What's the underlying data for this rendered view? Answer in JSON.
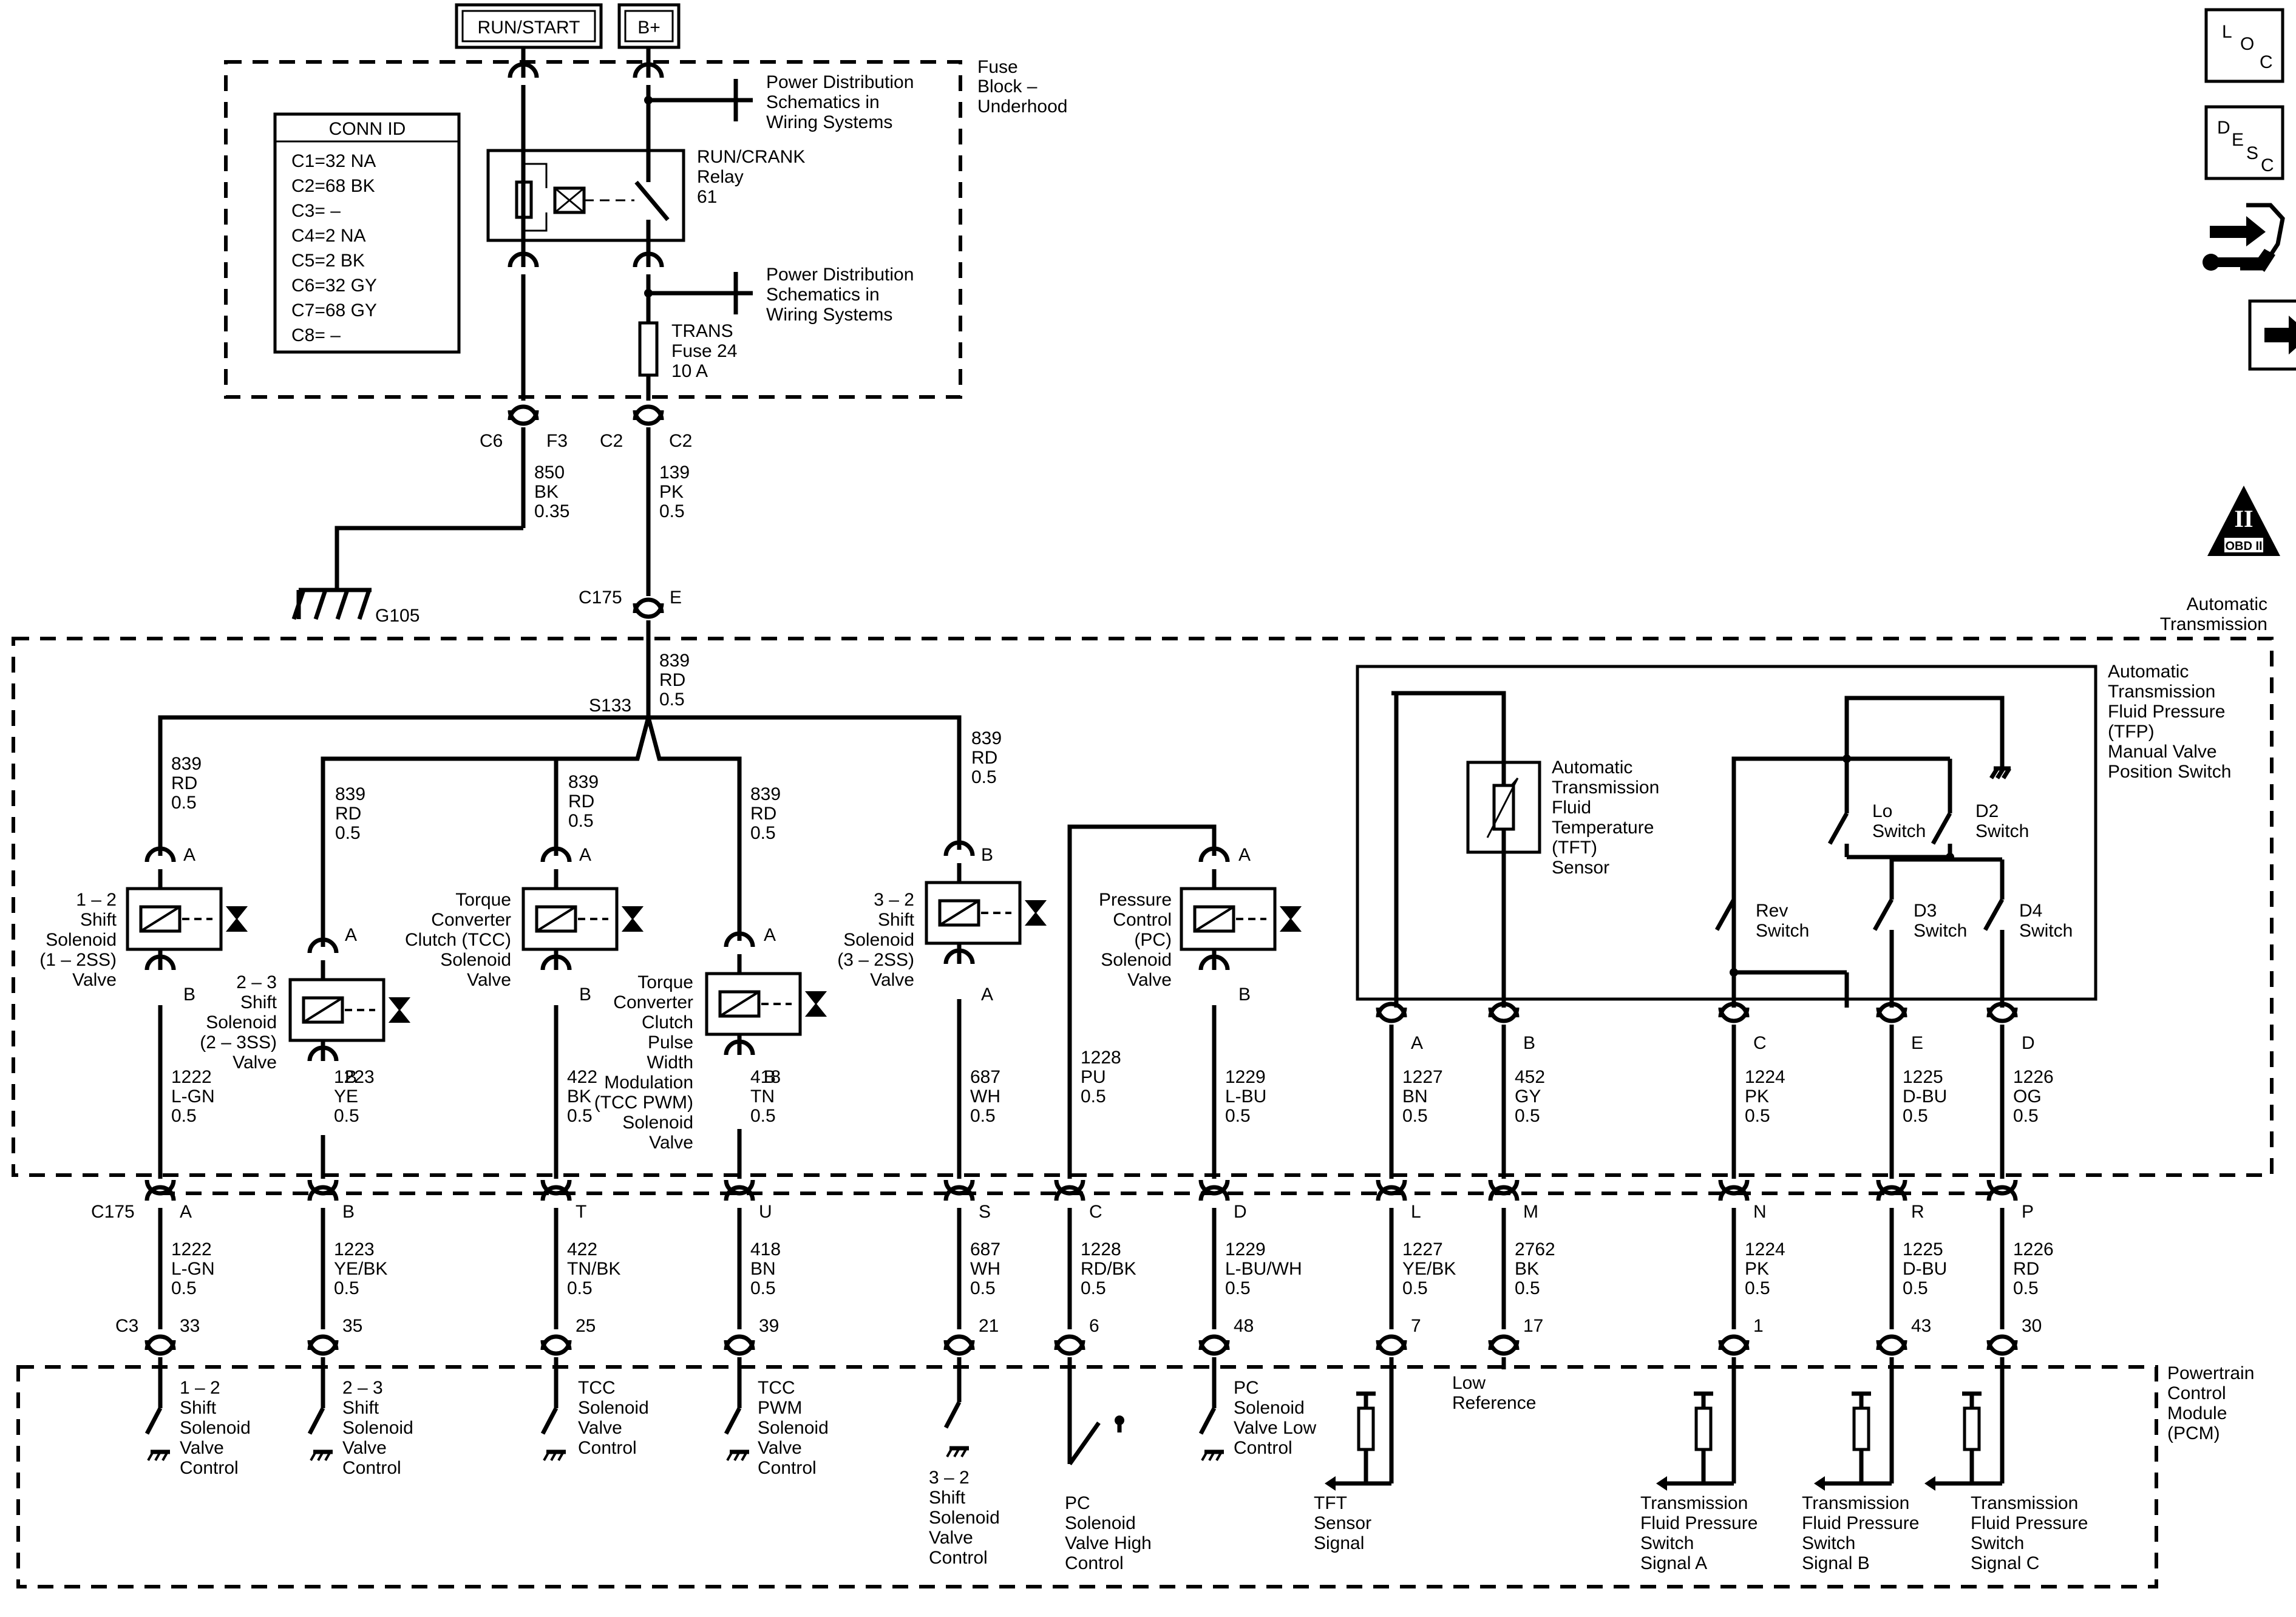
{
  "supply": {
    "run_start": "RUN/START",
    "b_plus": "B+"
  },
  "fuse_block": {
    "title": [
      "Fuse",
      "Block –",
      "Underhood"
    ],
    "pds1": [
      "Power Distribution",
      "Schematics in",
      "Wiring Systems"
    ],
    "pds2": [
      "Power Distribution",
      "Schematics in",
      "Wiring Systems"
    ],
    "relay": [
      "RUN/CRANK",
      "Relay",
      "61"
    ],
    "fuse": [
      "TRANS",
      "Fuse 24",
      "10 A"
    ]
  },
  "conn_id": {
    "title": "CONN ID",
    "rows": [
      "C1=32 NA",
      "C2=68 BK",
      "C3= –",
      "C4=2 NA",
      "C5=2 BK",
      "C6=32 GY",
      "C7=68 GY",
      "C8= –"
    ]
  },
  "upper_connectors": {
    "c6": "C6",
    "f3": "F3",
    "c2a": "C2",
    "c2b": "C2",
    "w850": [
      "850",
      "BK",
      "0.35"
    ],
    "w139": [
      "139",
      "PK",
      "0.5"
    ],
    "ground": "G105",
    "c175": "C175",
    "e": "E",
    "w839": [
      "839",
      "RD",
      "0.5"
    ],
    "splice": "S133"
  },
  "trans": {
    "title": [
      "Automatic",
      "Transmission"
    ],
    "tfp_title": [
      "Automatic",
      "Transmission",
      "Fluid Pressure",
      "(TFP)",
      "Manual Valve",
      "Position Switch"
    ],
    "tft": [
      "Automatic",
      "Transmission",
      "Fluid",
      "Temperature",
      "(TFT)",
      "Sensor"
    ],
    "switches": {
      "lo": [
        "Lo",
        "Switch"
      ],
      "d2": [
        "D2",
        "Switch"
      ],
      "rev": [
        "Rev",
        "Switch"
      ],
      "d3": [
        "D3",
        "Switch"
      ],
      "d4": [
        "D4",
        "Switch"
      ]
    },
    "branch_wires": {
      "w1": [
        "839",
        "RD",
        "0.5"
      ],
      "w2": [
        "839",
        "RD",
        "0.5"
      ],
      "w3": [
        "839",
        "RD",
        "0.5"
      ],
      "w4": [
        "839",
        "RD",
        "0.5"
      ],
      "w5": [
        "839",
        "RD",
        "0.5"
      ]
    },
    "solenoids": {
      "s12": [
        "1 – 2",
        "Shift",
        "Solenoid",
        "(1 – 2SS)",
        "Valve"
      ],
      "s23": [
        "2 – 3",
        "Shift",
        "Solenoid",
        "(2 – 3SS)",
        "Valve"
      ],
      "tcc": [
        "Torque",
        "Converter",
        "Clutch (TCC)",
        "Solenoid",
        "Valve"
      ],
      "tccpwm": [
        "Torque",
        "Converter",
        "Clutch",
        "Pulse",
        "Width",
        "Modulation",
        "(TCC PWM)",
        "Solenoid",
        "Valve"
      ],
      "s32": [
        "3 – 2",
        "Shift",
        "Solenoid",
        "(3 – 2SS)",
        "Valve"
      ],
      "pc": [
        "Pressure",
        "Control",
        "(PC)",
        "Solenoid",
        "Valve"
      ]
    },
    "pins": {
      "a": "A",
      "b": "B",
      "c": "C",
      "d": "D",
      "e": "E"
    },
    "lower_wires": [
      [
        "1222",
        "L-GN",
        "0.5"
      ],
      [
        "1223",
        "YE",
        "0.5"
      ],
      [
        "422",
        "BK",
        "0.5"
      ],
      [
        "418",
        "TN",
        "0.5"
      ],
      [
        "687",
        "WH",
        "0.5"
      ],
      [
        "1228",
        "PU",
        "0.5"
      ],
      [
        "1229",
        "L-BU",
        "0.5"
      ],
      [
        "1227",
        "BN",
        "0.5"
      ],
      [
        "452",
        "GY",
        "0.5"
      ],
      [
        "1224",
        "PK",
        "0.5"
      ],
      [
        "1225",
        "D-BU",
        "0.5"
      ],
      [
        "1226",
        "OG",
        "0.5"
      ]
    ]
  },
  "c175_row": {
    "label": "C175",
    "pins": [
      "A",
      "B",
      "T",
      "U",
      "S",
      "C",
      "D",
      "L",
      "M",
      "N",
      "R",
      "P"
    ],
    "wires": [
      [
        "1222",
        "L-GN",
        "0.5"
      ],
      [
        "1223",
        "YE/BK",
        "0.5"
      ],
      [
        "422",
        "TN/BK",
        "0.5"
      ],
      [
        "418",
        "BN",
        "0.5"
      ],
      [
        "687",
        "WH",
        "0.5"
      ],
      [
        "1228",
        "RD/BK",
        "0.5"
      ],
      [
        "1229",
        "L-BU/WH",
        "0.5"
      ],
      [
        "1227",
        "YE/BK",
        "0.5"
      ],
      [
        "2762",
        "BK",
        "0.5"
      ],
      [
        "1224",
        "PK",
        "0.5"
      ],
      [
        "1225",
        "D-BU",
        "0.5"
      ],
      [
        "1226",
        "RD",
        "0.5"
      ]
    ]
  },
  "c3_row": {
    "label": "C3",
    "pins": [
      "33",
      "35",
      "25",
      "39",
      "21",
      "6",
      "48",
      "7",
      "17",
      "1",
      "43",
      "30"
    ]
  },
  "pcm": {
    "title": [
      "Powertrain",
      "Control",
      "Module",
      "(PCM)"
    ],
    "ctrl": {
      "s12": [
        "1 – 2",
        "Shift",
        "Solenoid",
        "Valve",
        "Control"
      ],
      "s23": [
        "2 – 3",
        "Shift",
        "Solenoid",
        "Valve",
        "Control"
      ],
      "tcc": [
        "TCC",
        "Solenoid",
        "Valve",
        "Control"
      ],
      "tccpwm": [
        "TCC",
        "PWM",
        "Solenoid",
        "Valve",
        "Control"
      ],
      "s32": [
        "3 – 2",
        "Shift",
        "Solenoid",
        "Valve",
        "Control"
      ],
      "pchigh": [
        "PC",
        "Solenoid",
        "Valve High",
        "Control"
      ],
      "pclow": [
        "PC",
        "Solenoid",
        "Valve Low",
        "Control"
      ],
      "tft": [
        "TFT",
        "Sensor",
        "Signal"
      ],
      "lowref": [
        "Low",
        "Reference"
      ],
      "sa": [
        "Transmission",
        "Fluid Pressure",
        "Switch",
        "Signal A"
      ],
      "sb": [
        "Transmission",
        "Fluid Pressure",
        "Switch",
        "Signal B"
      ],
      "sc": [
        "Transmission",
        "Fluid Pressure",
        "Switch",
        "Signal C"
      ]
    }
  },
  "icons": {
    "loc": [
      "L",
      "O",
      "C"
    ],
    "desc": [
      "D",
      "E",
      "S",
      "C"
    ],
    "obd": [
      "II",
      "OBD II"
    ]
  }
}
